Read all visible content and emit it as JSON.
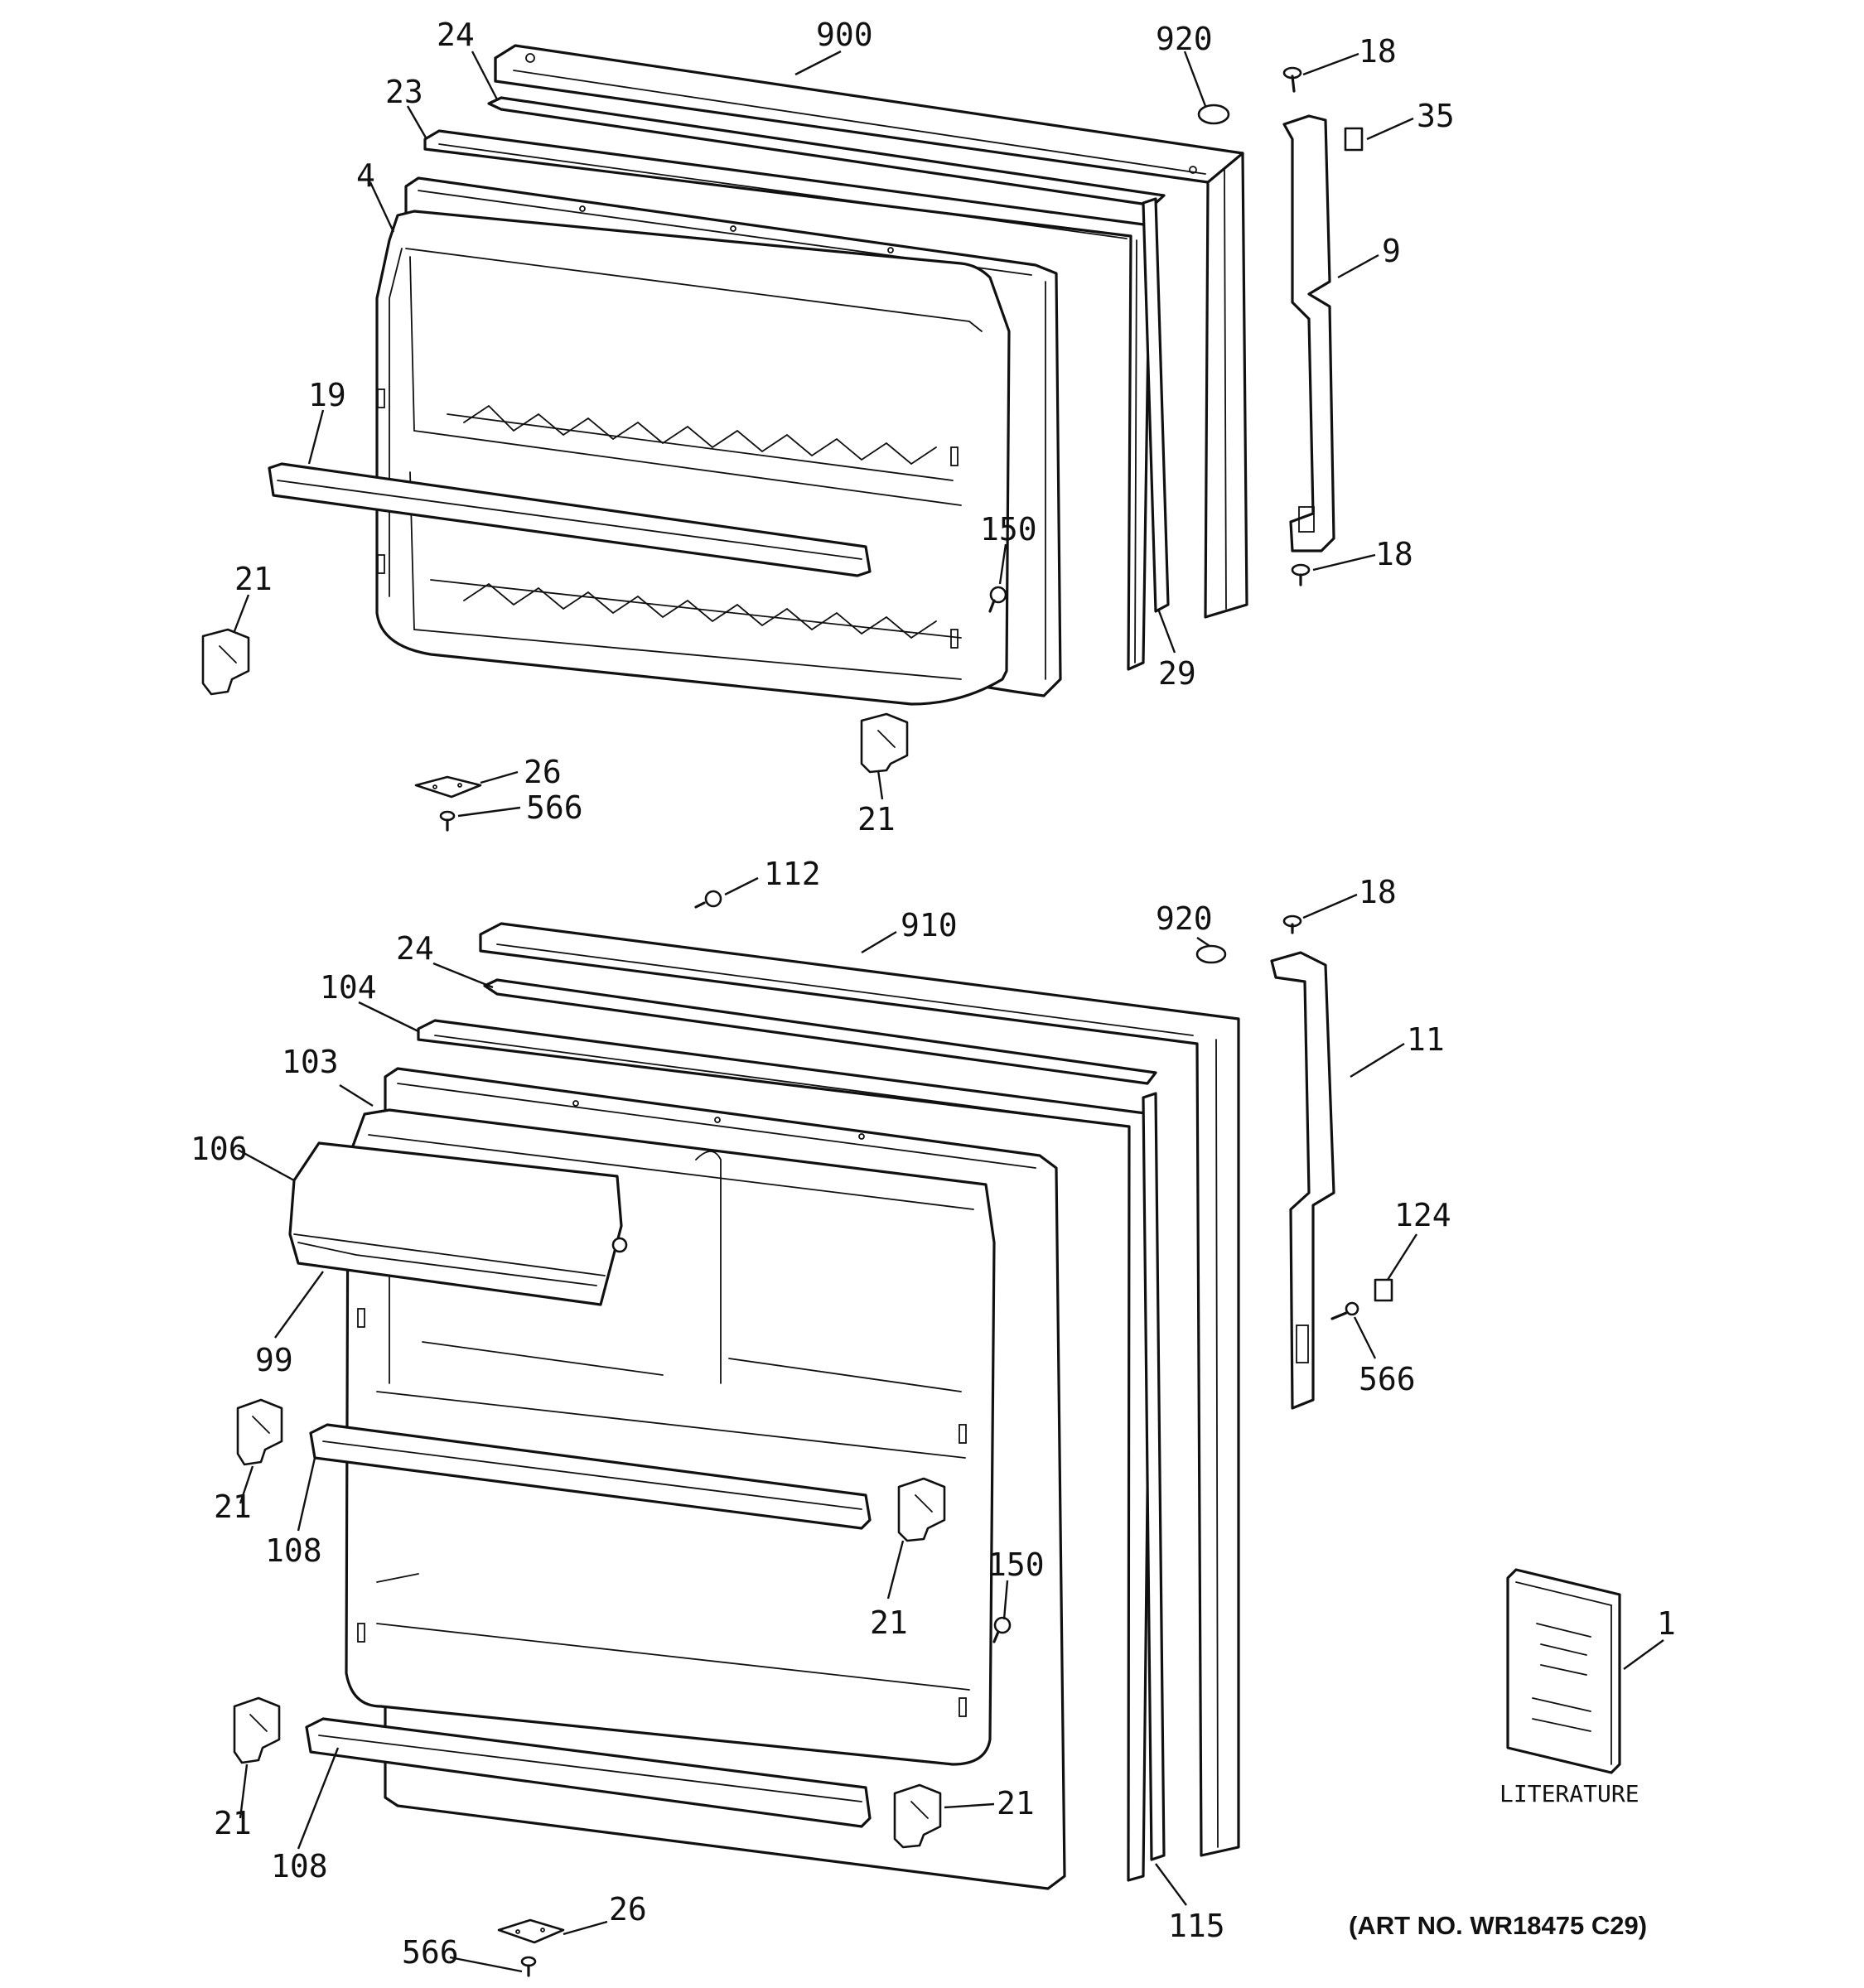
{
  "diagram": {
    "art_number": "(ART NO. WR18475 C29)",
    "literature_caption": "LITERATURE",
    "freezer_door_callouts": [
      "24",
      "900",
      "920",
      "18",
      "35",
      "23",
      "4",
      "9",
      "19",
      "150",
      "18",
      "21",
      "29",
      "26",
      "566",
      "21"
    ],
    "fresh_food_door_callouts": [
      "112",
      "910",
      "920",
      "18",
      "24",
      "104",
      "103",
      "11",
      "106",
      "124",
      "99",
      "566",
      "21",
      "108",
      "21",
      "150",
      "1",
      "21",
      "108",
      "21",
      "26",
      "115",
      "566"
    ]
  }
}
